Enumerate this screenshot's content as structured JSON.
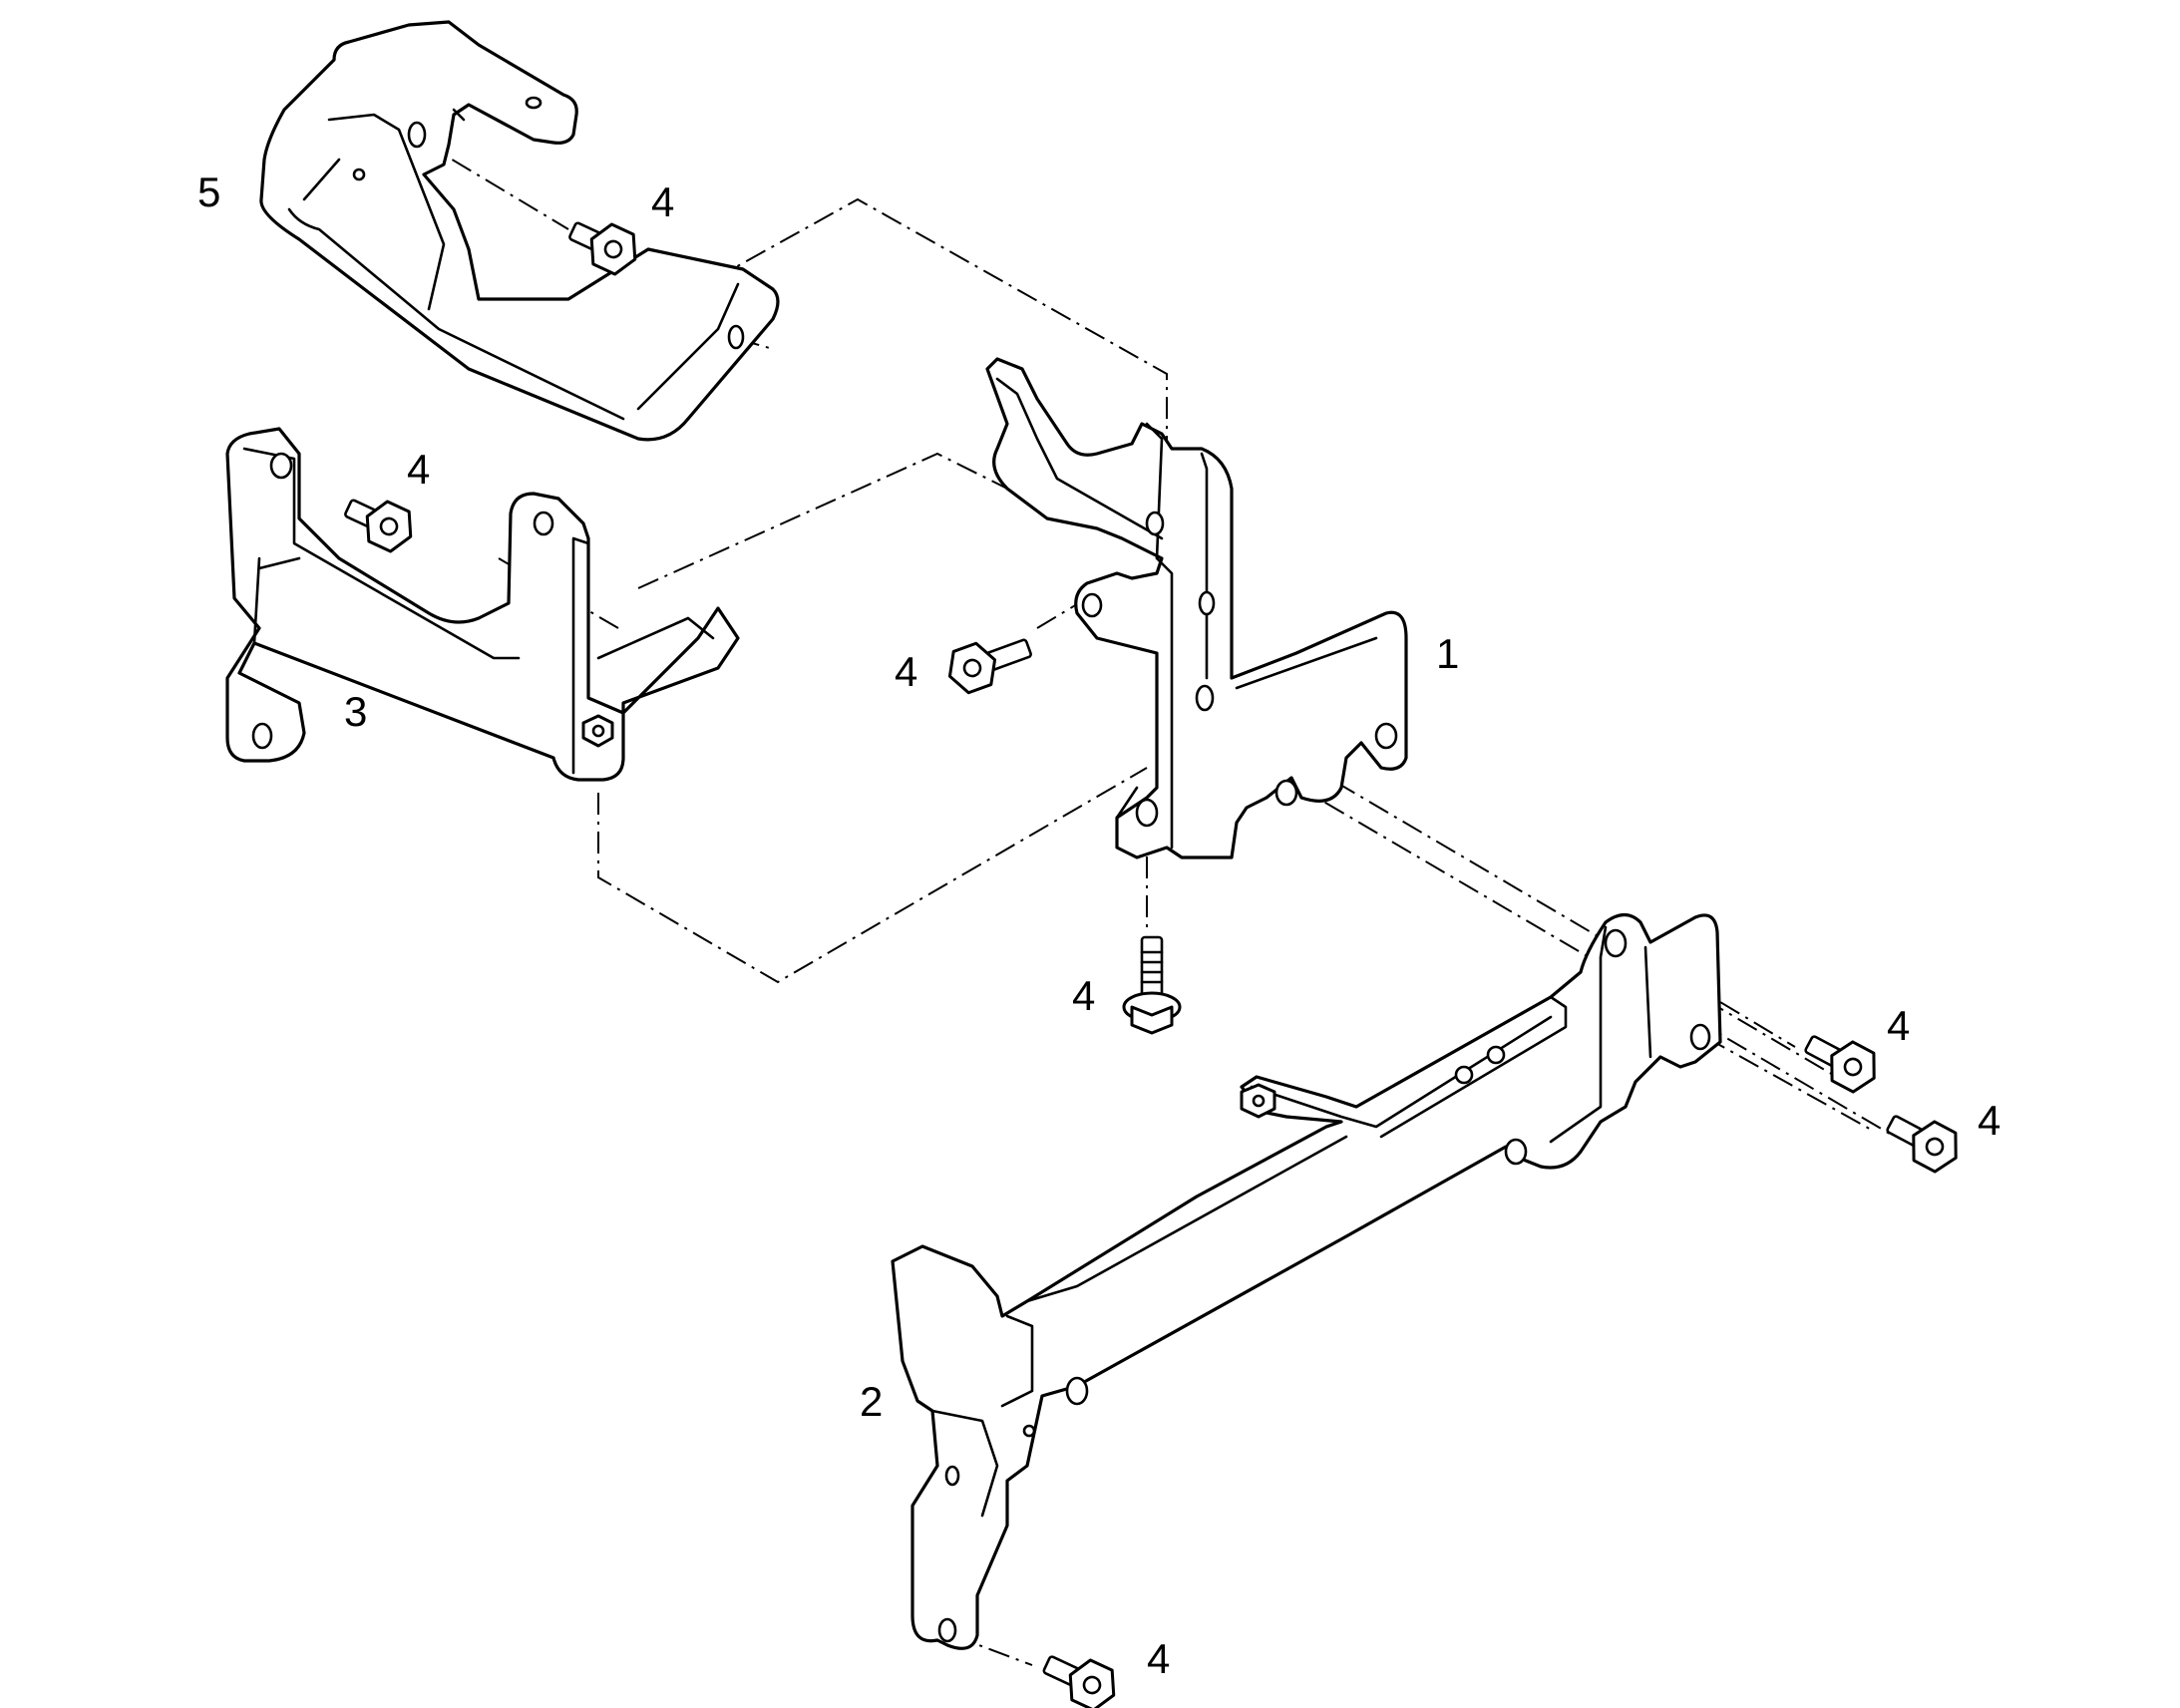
{
  "diagram": {
    "parts": [
      {
        "id": "part-1",
        "label": "1"
      },
      {
        "id": "part-2",
        "label": "2"
      },
      {
        "id": "part-3",
        "label": "3"
      },
      {
        "id": "part-5",
        "label": "5"
      }
    ],
    "fasteners": [
      {
        "id": "bolt-a",
        "label": "4"
      },
      {
        "id": "bolt-b",
        "label": "4"
      },
      {
        "id": "bolt-c",
        "label": "4"
      },
      {
        "id": "bolt-d",
        "label": "4"
      },
      {
        "id": "bolt-e",
        "label": "4"
      },
      {
        "id": "bolt-f",
        "label": "4"
      },
      {
        "id": "bolt-g",
        "label": "4"
      }
    ]
  },
  "colors": {
    "line": "#000000",
    "background": "#ffffff"
  }
}
